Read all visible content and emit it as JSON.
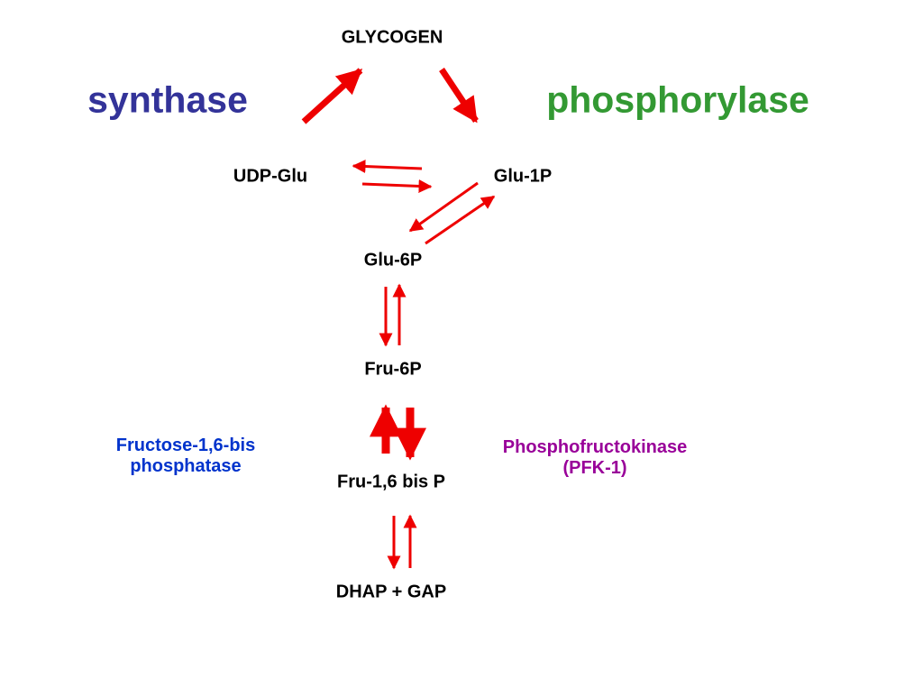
{
  "metabolites": {
    "glycogen": "GLYCOGEN",
    "udp_glu": "UDP-Glu",
    "glu_1p": "Glu-1P",
    "glu_6p": "Glu-6P",
    "fru_6p": "Fru-6P",
    "fru_16bp": "Fru-1,6 bis P",
    "dhap_gap": "DHAP  +  GAP"
  },
  "enzymes": {
    "synthase": {
      "label": "synthase",
      "color": "#333399"
    },
    "phosphorylase": {
      "label": "phosphorylase",
      "color": "#339933"
    },
    "fbpase": {
      "line1": "Fructose-1,6-bis",
      "line2": "phosphatase",
      "color": "#0033cc"
    },
    "pfk": {
      "line1": "Phosphofructokinase",
      "line2": "(PFK-1)",
      "color": "#990099"
    }
  },
  "arrow_color": "#ee0000",
  "text_color": "#000000"
}
